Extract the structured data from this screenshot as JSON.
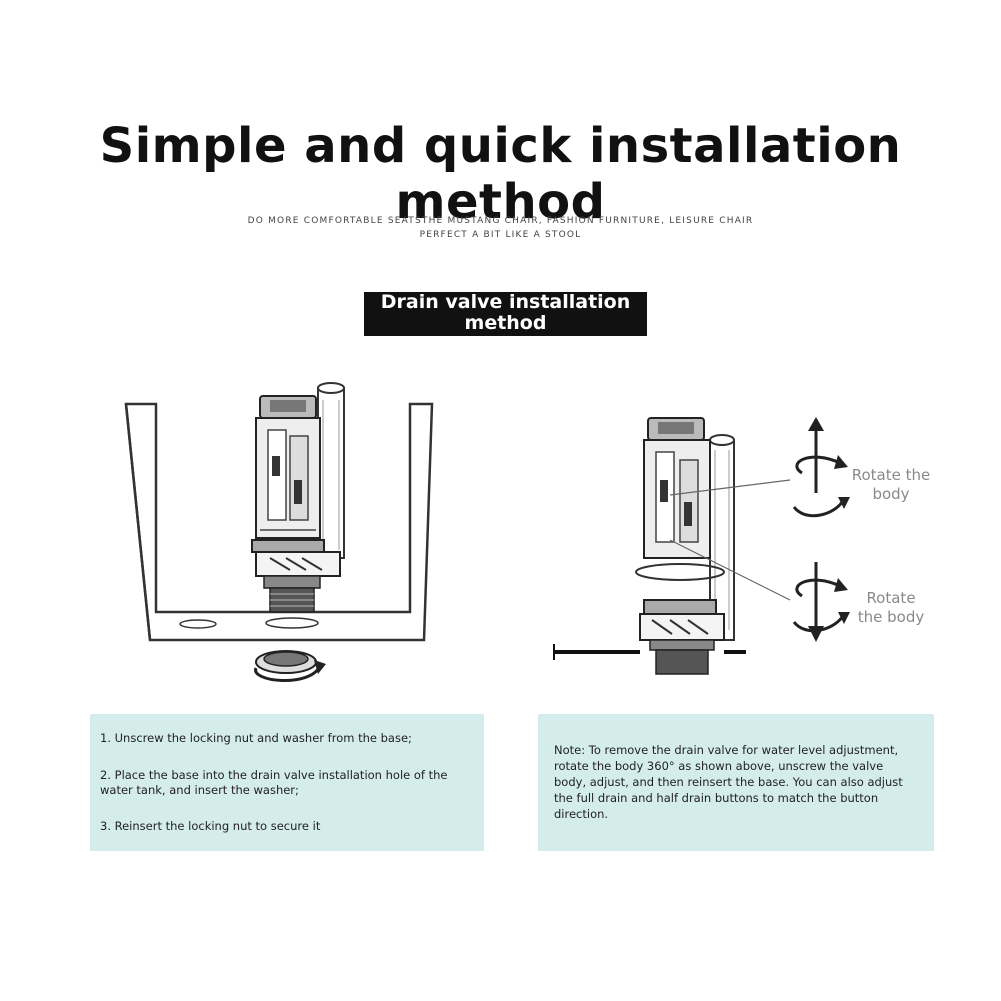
{
  "header": {
    "title": "Simple and quick installation method",
    "subtitle_line1": "DO MORE COMFORTABLE SEATSTHE MUSTANG CHAIR, FASHION FURNITURE, LEISURE CHAIR",
    "subtitle_line2": "PERFECT A BIT LIKE A STOOL"
  },
  "badge": {
    "line1": "Drain valve installation",
    "line2": "method"
  },
  "right_figure": {
    "rotate_label_top_1": "Rotate the",
    "rotate_label_top_2": "body",
    "rotate_label_bottom_1": "Rotate",
    "rotate_label_bottom_2": "the body"
  },
  "steps": [
    "1. Unscrew the locking nut and washer from the base;",
    "2. Place the base into the drain valve installation hole of the water tank, and insert the washer;",
    "3. Reinsert the locking nut to secure it"
  ],
  "note": "Note: To remove the drain valve for water level adjustment, rotate the body 360° as shown above, unscrew the valve body, adjust, and then reinsert the base. You can also adjust the full drain and half drain buttons to match the button direction.",
  "colors": {
    "panel_background": "#d5ecec",
    "badge_background": "#111111"
  },
  "icons": [
    "valve-illustration",
    "rotate-arrow-icon",
    "tank-illustration"
  ]
}
